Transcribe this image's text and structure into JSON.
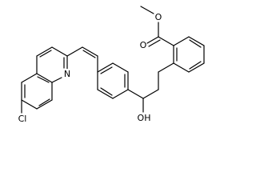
{
  "molecule": {
    "atom_labels": {
      "carbonyl_oxygen": "O",
      "ester_oxygen": "O",
      "quinoline_nitrogen": "N",
      "hydroxyl": "OH",
      "chlorine": "Cl"
    },
    "colors": {
      "bond": "#000000",
      "label": "#000000",
      "background": "#ffffff"
    }
  }
}
